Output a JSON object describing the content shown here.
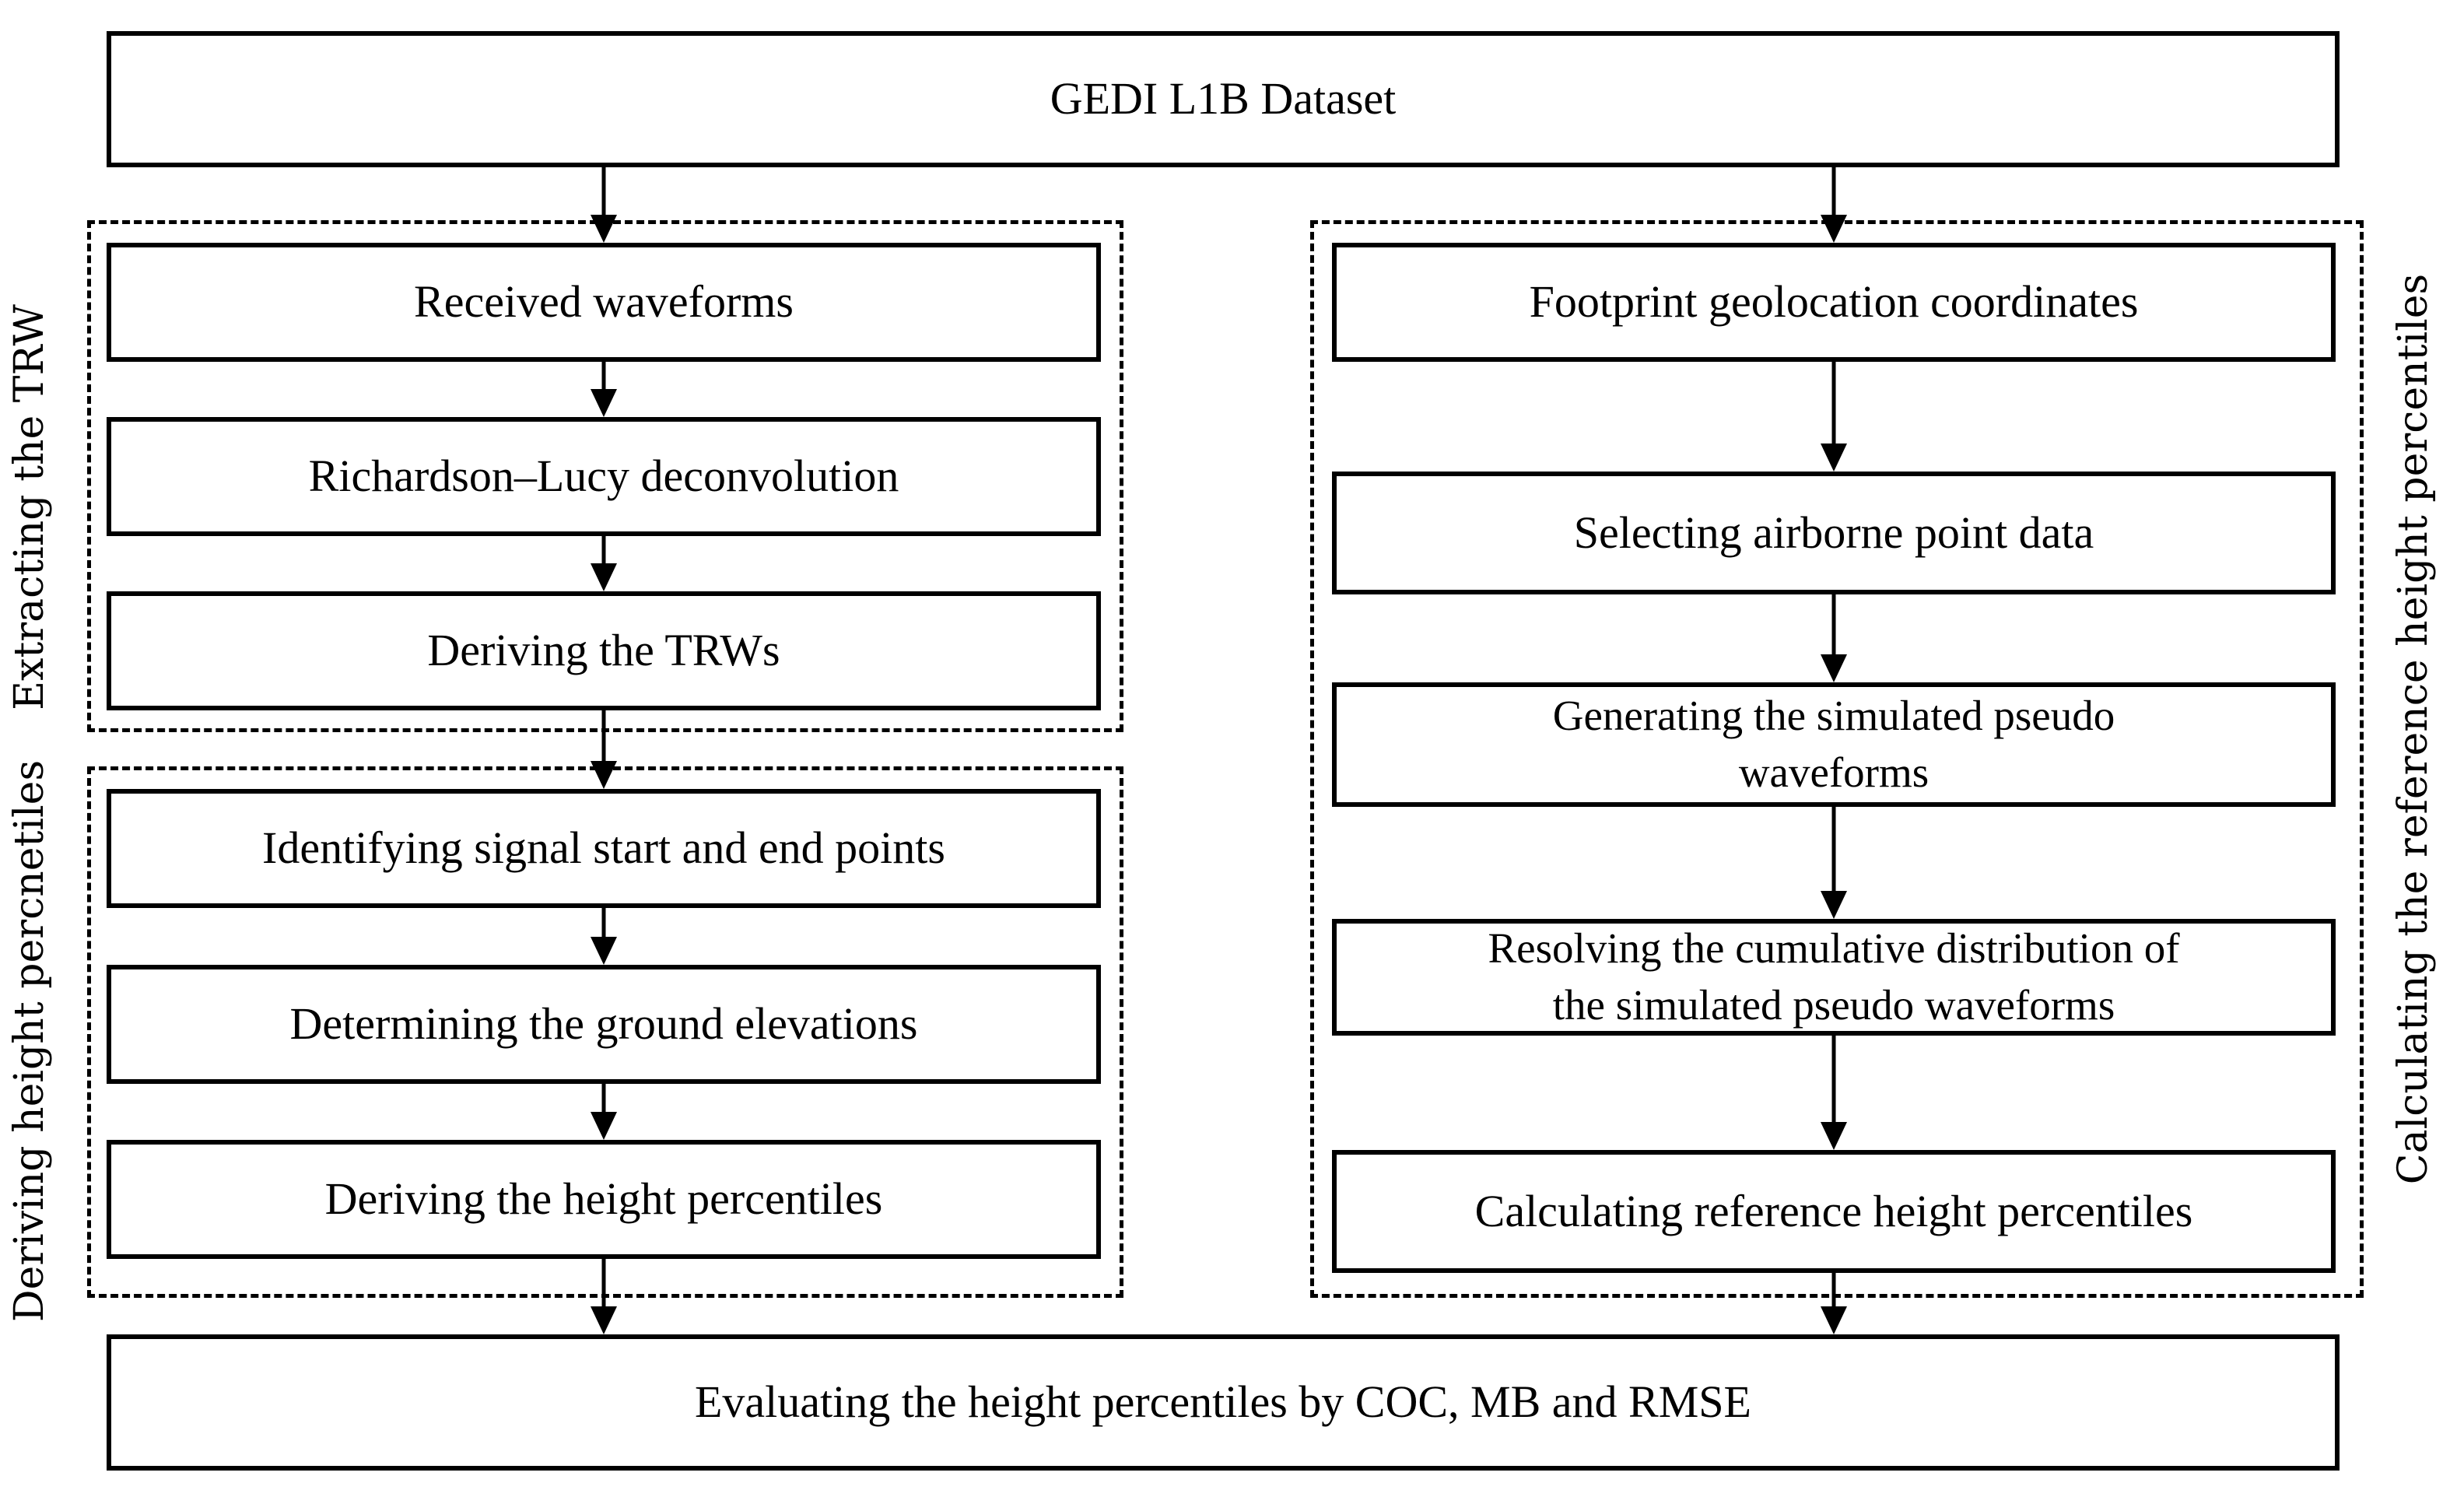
{
  "colors": {
    "ink": "#000000",
    "background": "#ffffff"
  },
  "diagram": {
    "top_box": {
      "label": "GEDI L1B Dataset"
    },
    "bottom_box": {
      "label": "Evaluating the height percentiles by COC, MB and RMSE"
    },
    "left_top_group": {
      "side_label": "Extracting the TRW",
      "steps": [
        {
          "label": "Received waveforms"
        },
        {
          "label": "Richardson–Lucy deconvolution"
        },
        {
          "label": "Deriving the TRWs"
        }
      ]
    },
    "left_bottom_group": {
      "side_label": "Deriving height percnetiles",
      "steps": [
        {
          "label": "Identifying signal start and end points"
        },
        {
          "label": "Determining the ground elevations"
        },
        {
          "label": "Deriving the height percentiles"
        }
      ]
    },
    "right_group": {
      "side_label": "Calculating the reference height percentiles",
      "steps": [
        {
          "label": "Footprint geolocation coordinates"
        },
        {
          "label": "Selecting airborne point data"
        },
        {
          "label": "Generating the simulated pseudo\nwaveforms"
        },
        {
          "label": "Resolving the cumulative distribution of\nthe simulated pseudo waveforms"
        },
        {
          "label": "Calculating reference height percentiles"
        }
      ]
    }
  }
}
